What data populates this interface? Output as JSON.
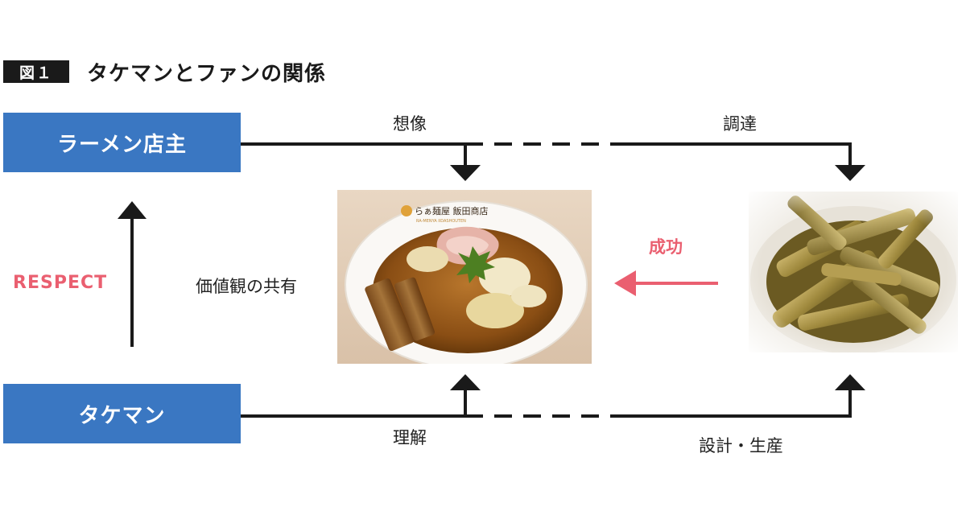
{
  "figure": {
    "badge": "図１",
    "title": "タケマンとファンの関係"
  },
  "nodes": {
    "owner": "ラーメン店主",
    "takeman": "タケマン"
  },
  "edges": {
    "imagine": "想像",
    "procure": "調達",
    "understand": "理解",
    "design_produce": "設計・生産",
    "respect": "RESPECT",
    "shared_values": "価値観の共有",
    "success": "成功"
  },
  "images": {
    "ramen_bowl_text": "らぁ麺屋 飯田商店",
    "ramen_bowl_subtext": "RA-MENYA IIDASHOUTEN"
  },
  "colors": {
    "actor_box": "#3a77c2",
    "accent": "#ea5f70",
    "line": "#1a1a1a"
  }
}
